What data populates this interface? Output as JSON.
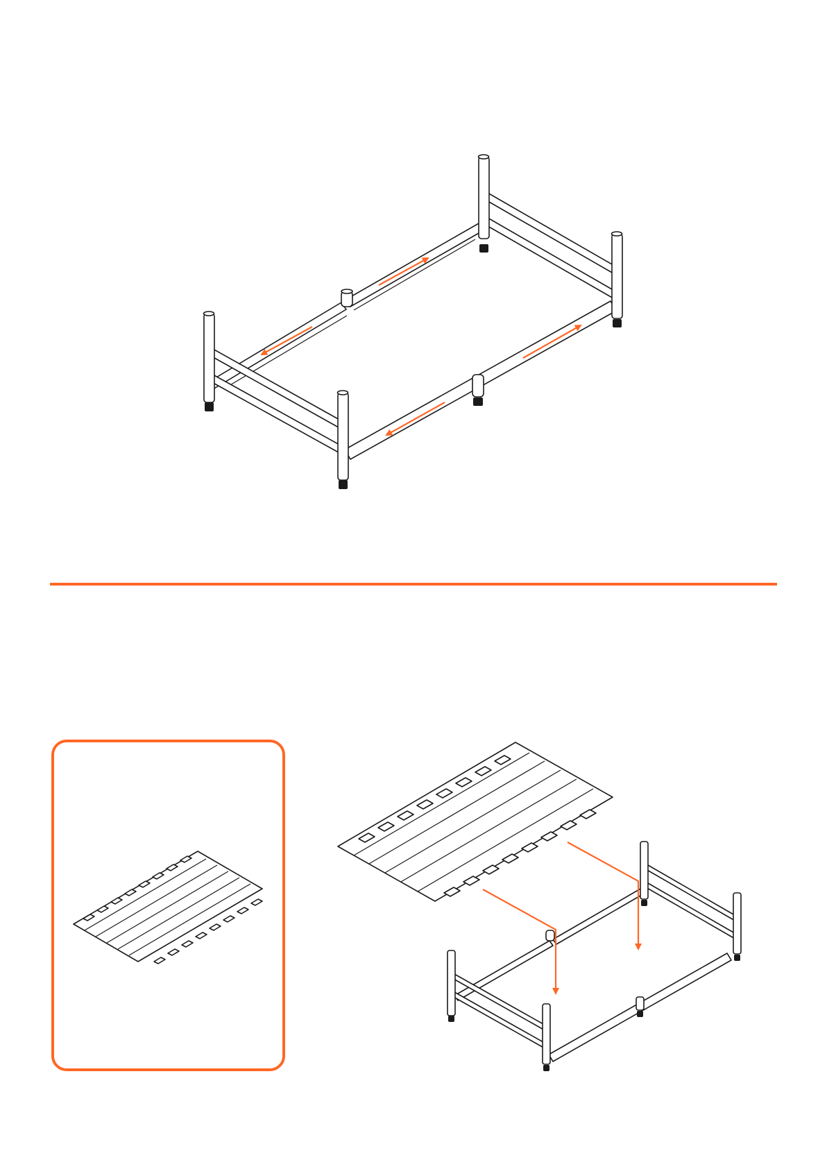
{
  "colors": {
    "accent": "#ff6726",
    "line": "#1a1a1a",
    "background": "#ffffff"
  },
  "steps": [
    {
      "illustration": "bed-frame-side-rails-slide",
      "arrows": "orange-direction-arrows"
    },
    {
      "illustration": "slat-base-lowered-onto-frame",
      "inset": "slat-base-part"
    }
  ]
}
